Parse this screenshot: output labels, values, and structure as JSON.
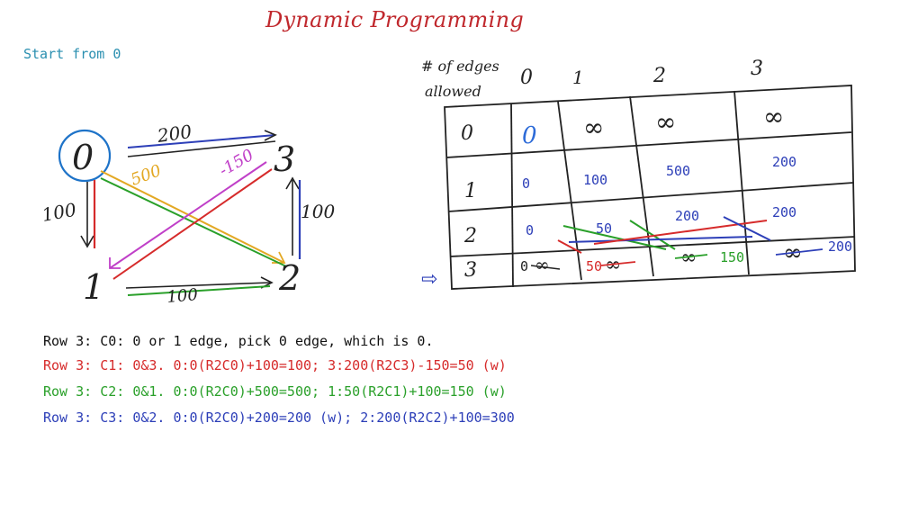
{
  "title": "Dynamic Programming",
  "subtitle": "Start from 0",
  "graph": {
    "nodes": [
      "0",
      "1",
      "2",
      "3"
    ],
    "edges": [
      {
        "from": "0",
        "to": "3",
        "weight": "200",
        "color": "#2d3fb8"
      },
      {
        "from": "0",
        "to": "2",
        "weight": "500",
        "color": "#e3a823"
      },
      {
        "from": "0",
        "to": "1",
        "weight": "100",
        "color": "#d62b2b"
      },
      {
        "from": "3",
        "to": "1",
        "weight": "-150",
        "color": "#c040c8"
      },
      {
        "from": "2",
        "to": "3",
        "weight": "100",
        "color": "#2d3fb8"
      },
      {
        "from": "1",
        "to": "2",
        "weight": "100",
        "color": "#2aa02a"
      }
    ]
  },
  "table": {
    "header_label_line1": "# of edges",
    "header_label_line2": "allowed",
    "col_headers": [
      "0",
      "1",
      "2",
      "3"
    ],
    "rows": [
      {
        "label": "0",
        "cells": [
          "0",
          "∞",
          "∞",
          "∞"
        ]
      },
      {
        "label": "1",
        "cells": [
          "0",
          "100",
          "500",
          "200"
        ]
      },
      {
        "label": "2",
        "cells": [
          "0",
          "50",
          "200",
          "200"
        ]
      },
      {
        "label": "3",
        "cells": [
          "0",
          "50",
          "150",
          "200"
        ]
      }
    ],
    "current_row_marker": "⇨"
  },
  "notes": [
    {
      "text": "Row 3: C0: 0 or 1 edge, pick 0 edge, which is 0.",
      "color": "#111111"
    },
    {
      "text": "Row 3: C1: 0&3. 0:0(R2C0)+100=100; 3:200(R2C3)-150=50 (w)",
      "color": "#d62b2b"
    },
    {
      "text": "Row 3: C2: 0&1. 0:0(R2C0)+500=500; 1:50(R2C1)+100=150 (w)",
      "color": "#2aa02a"
    },
    {
      "text": "Row 3: C3: 0&2. 0:0(R2C0)+200=200 (w); 2:200(R2C2)+100=300",
      "color": "#2d3fb8"
    }
  ]
}
